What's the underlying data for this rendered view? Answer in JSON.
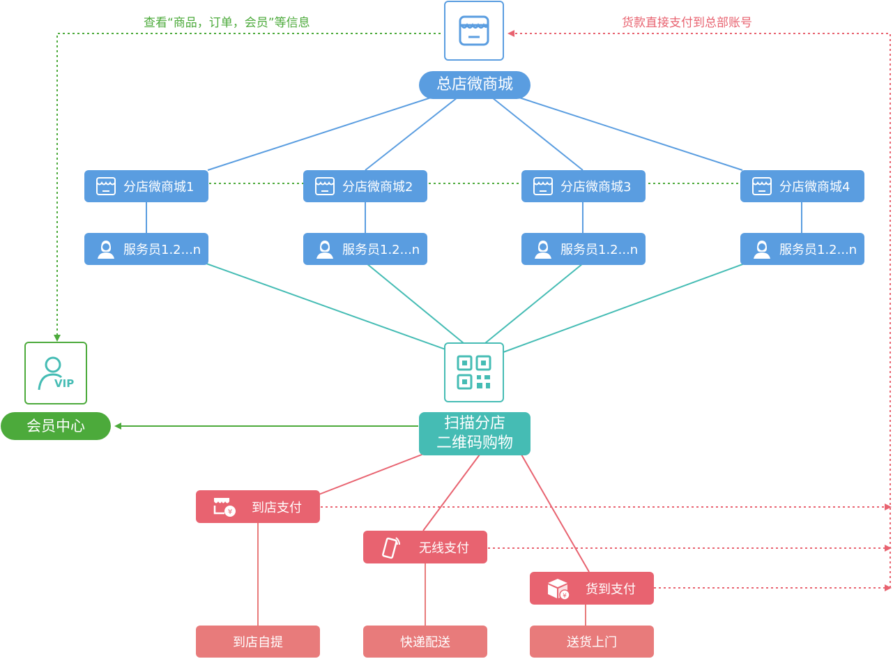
{
  "headquarters": {
    "label": "总店微商城",
    "icon": "store-icon"
  },
  "branches": [
    {
      "label": "分店微商城1",
      "staff": "服务员1.2...n"
    },
    {
      "label": "分店微商城2",
      "staff": "服务员1.2...n"
    },
    {
      "label": "分店微商城3",
      "staff": "服务员1.2...n"
    },
    {
      "label": "分店微商城4",
      "staff": "服务员1.2...n"
    }
  ],
  "scan": {
    "line1": "扫描分店",
    "line2": "二维码购物",
    "icon": "qr-code-icon"
  },
  "member": {
    "label": "会员中心",
    "icon": "vip-user-icon"
  },
  "payments": [
    {
      "label": "到店支付",
      "fulfil": "到店自提",
      "icon": "store-payment-icon"
    },
    {
      "label": "无线支付",
      "fulfil": "快递配送",
      "icon": "mobile-phone-icon"
    },
    {
      "label": "货到支付",
      "fulfil": "送货上门",
      "icon": "package-icon"
    }
  ],
  "notes": {
    "view_info": "查看“商品，订单，会员”等信息",
    "payment_to_hq": "货款直接支付到总部账号"
  },
  "colors": {
    "blue": "#5a9de0",
    "teal": "#45bcb4",
    "green": "#4caa3b",
    "red": "#e86370",
    "salmon": "#e87b7b"
  }
}
